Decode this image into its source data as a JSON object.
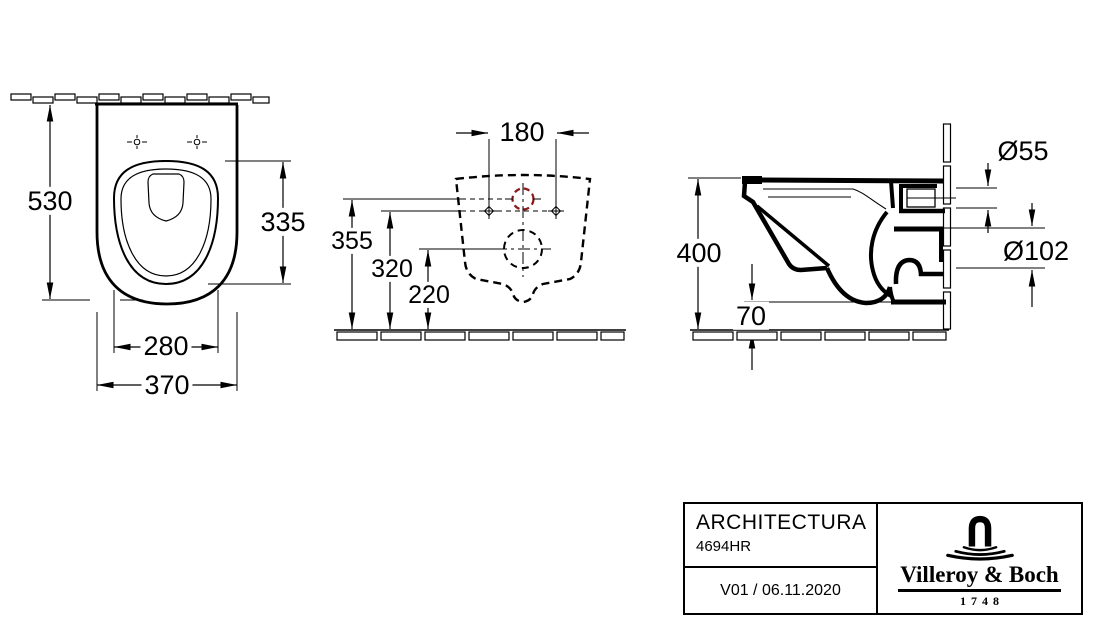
{
  "document": {
    "type": "technical-dimension-drawing",
    "product": "wall-hung WC"
  },
  "colors": {
    "line": "#000000",
    "inlet_marker_red": "#8b1b1b",
    "background": "#ffffff"
  },
  "views": {
    "top_view": {
      "depth_mm": "530",
      "seat_depth_mm": "335",
      "seat_width_mm": "280",
      "width_mm": "370"
    },
    "rear_view": {
      "hole_spacing_mm": "180",
      "inlet_height_mm": "355",
      "fixing_height_mm": "320",
      "outlet_height_mm": "220"
    },
    "side_view": {
      "height_mm": "400",
      "clearance_mm": "70",
      "inlet_diameter": "Ø55",
      "outlet_diameter": "Ø102"
    }
  },
  "title_block": {
    "series": "ARCHITECTURA",
    "model_number": "4694HR",
    "version_date": "V01 / 06.11.2020",
    "brand": {
      "name": "Villeroy & Boch",
      "established": "1748",
      "logo_icon": "villeroy-boch-arch-logo"
    }
  }
}
